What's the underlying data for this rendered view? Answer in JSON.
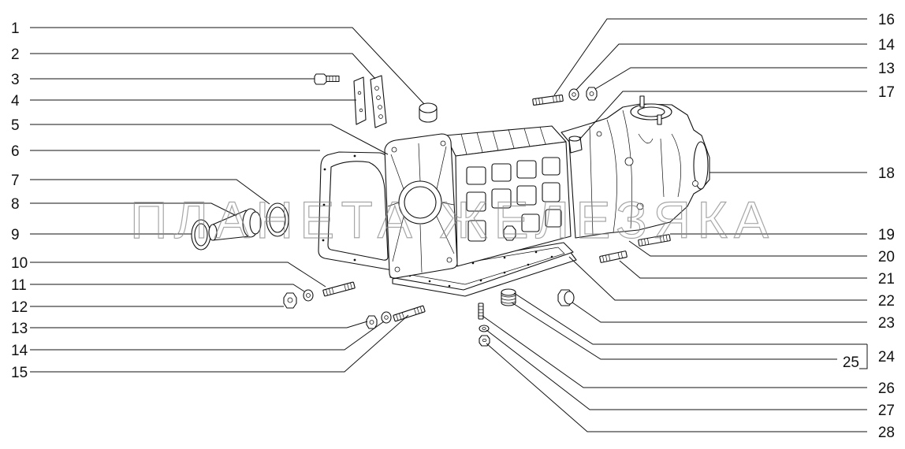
{
  "callouts": {
    "left": [
      "1",
      "2",
      "3",
      "4",
      "5",
      "6",
      "7",
      "8",
      "9",
      "10",
      "11",
      "12",
      "13",
      "14",
      "15"
    ],
    "right": [
      "16",
      "14",
      "13",
      "17",
      "18",
      "19",
      "20",
      "21",
      "22",
      "23",
      "24",
      "25",
      "26",
      "27",
      "28"
    ]
  },
  "watermark": "ПЛАНЕТА ЖЕЛЕЗЯКА",
  "colors": {
    "line": "#111111",
    "background": "#ffffff",
    "watermark": "#8a8a8a"
  }
}
